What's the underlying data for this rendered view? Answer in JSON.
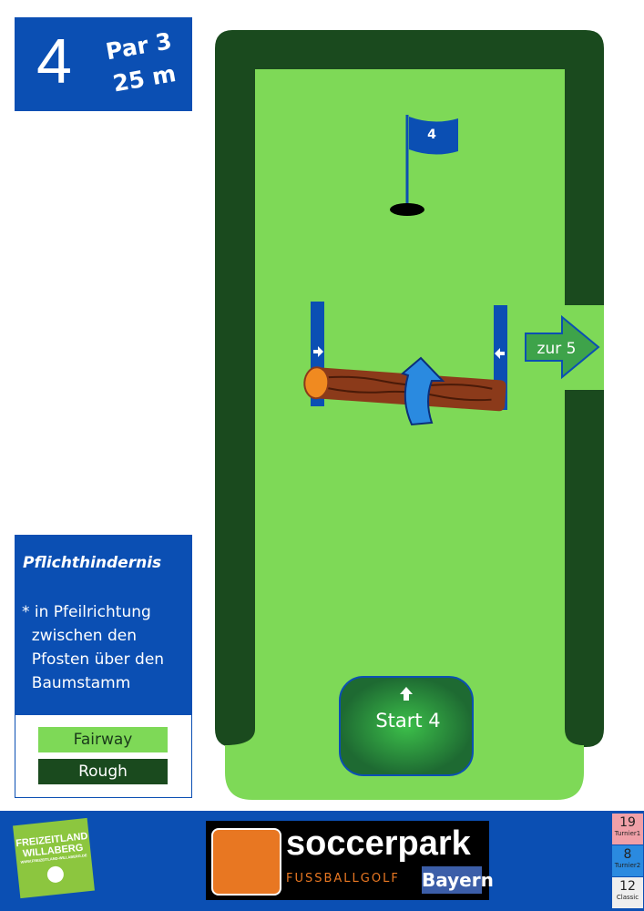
{
  "hole": {
    "number": "4",
    "par": "Par 3",
    "length": "25 m"
  },
  "flag": {
    "number": "4"
  },
  "exit": {
    "label": "zur 5"
  },
  "start": {
    "label": "Start 4"
  },
  "info": {
    "title": "Pflichthindernis",
    "description": "* in Pfeilrichtung\n  zwischen den\n  Pfosten über den\n  Baumstamm"
  },
  "legend": {
    "fairway": "Fairway",
    "rough": "Rough"
  },
  "logos": {
    "left": "FREIZEITLAND WILLABERG",
    "left_url": "WWW.FREIZEITLAND-WILLABERG.DE",
    "main": "soccerpark",
    "main_sub": "FUSSBALLGOLF",
    "main_region": "Bayern"
  },
  "scores": [
    {
      "value": "19",
      "label": "Turnier1"
    },
    {
      "value": "8",
      "label": "Turnier2"
    },
    {
      "value": "12",
      "label": "Classic"
    }
  ],
  "colors": {
    "blue": "#0b4fb3",
    "fairway": "#7ed957",
    "rough": "#1a4a1e",
    "log": "#8b3a1a"
  }
}
